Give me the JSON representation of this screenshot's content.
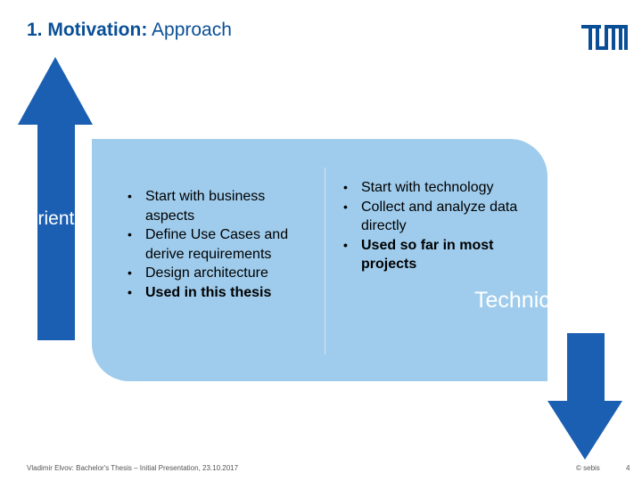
{
  "slide": {
    "title_bold": "1. Motivation:",
    "title_rest": " Approach",
    "logo_text": "TUM",
    "left_label": "ness Orient",
    "right_label": "Technically",
    "left_bullets": [
      "Start with business aspects",
      "Define Use Cases and derive requirements",
      "Design architecture",
      "Used in this thesis"
    ],
    "right_bullets": [
      "Start with technology",
      "Collect and analyze data directly",
      "Used so far in most projects"
    ],
    "footer_left": "Vladimir Elvov: Bachelor's Thesis – Initial Presentation, 23.10.2017",
    "footer_right": "© sebis",
    "page_number": "4"
  },
  "colors": {
    "title_blue": "#0a4f96",
    "arrow_blue": "#1b5fb3",
    "panel_blue": "#9fccec"
  }
}
